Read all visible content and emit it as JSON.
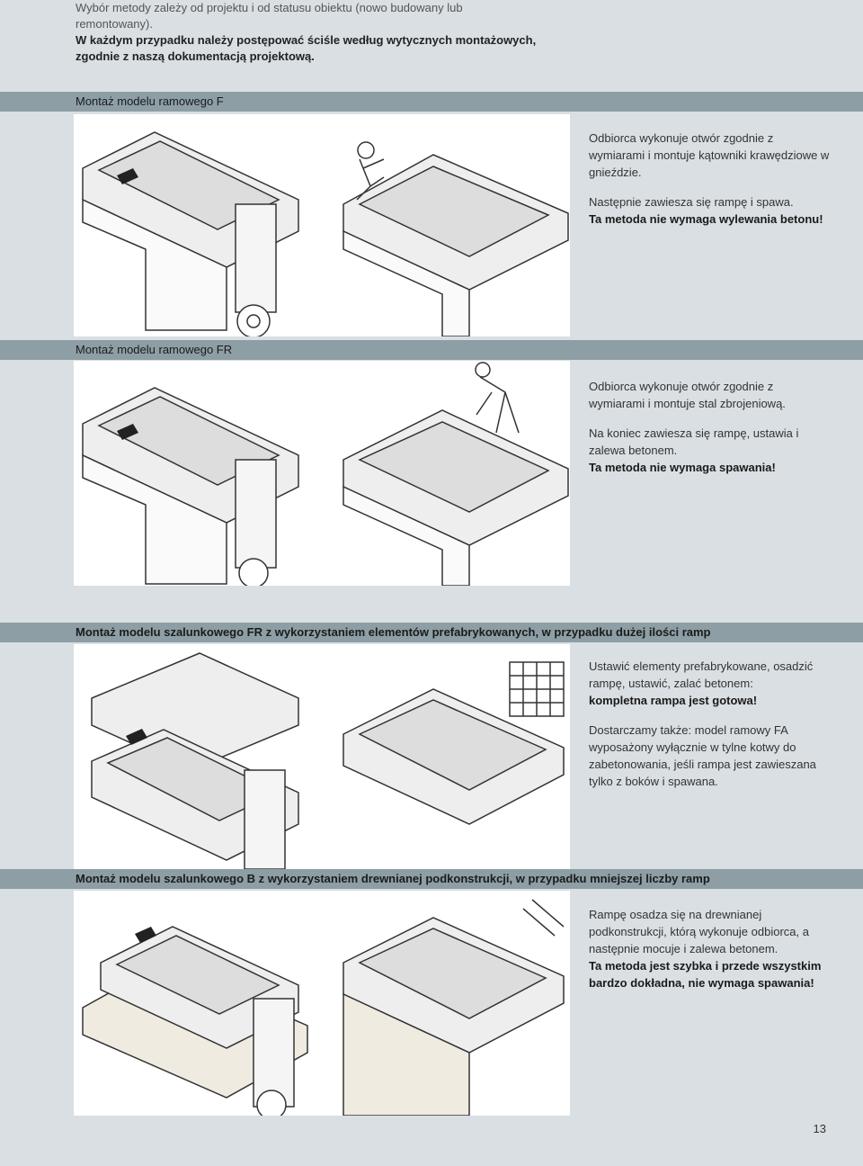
{
  "intro": {
    "line1": "Wybór metody zależy od projektu i od statusu obiektu (nowo budowany lub remontowany).",
    "line2": "W każdym przypadku należy postępować ściśle według wytycznych montażowych, zgodnie z naszą dokumentacją projektową."
  },
  "sections": [
    {
      "heading": "Montaż modelu ramowego F",
      "paragraphs": [
        [
          "Odbiorca wykonuje otwór zgodnie z wymiarami i montuje kątowniki krawędziowe w gnieździe."
        ],
        [
          "Następnie zawiesza się rampę i spawa.",
          "Ta metoda nie wymaga wylewania betonu!"
        ]
      ]
    },
    {
      "heading": "Montaż modelu ramowego FR",
      "paragraphs": [
        [
          "Odbiorca wykonuje otwór zgodnie z wymiarami i montuje stal zbrojeniową."
        ],
        [
          "Na koniec zawiesza się rampę, ustawia i zalewa betonem.",
          "Ta metoda nie wymaga spawania!"
        ]
      ]
    },
    {
      "heading": "Montaż modelu szalunkowego FR z wykorzystaniem elementów prefabrykowanych, w przypadku dużej ilości ramp",
      "paragraphs": [
        [
          "Ustawić elementy prefabrykowane, osadzić rampę, ustawić, zalać betonem:",
          "kompletna rampa jest gotowa!"
        ],
        [
          "Dostarczamy także: model ramowy FA wyposażony wyłącznie w tylne kotwy do zabetonowania, jeśli rampa jest zawieszana tylko z boków i spawana."
        ]
      ]
    },
    {
      "heading": "Montaż modelu szalunkowego B z wykorzystaniem drewnianej podkonstrukcji, w przypadku mniejszej liczby ramp",
      "paragraphs": [
        [
          "Rampę osadza się na drewnianej podkonstrukcji, którą wykonuje odbiorca, a następnie mocuje i zalewa betonem.",
          "Ta metoda jest szybka i przede wszystkim bardzo dokładna, nie wymaga spawania!"
        ]
      ]
    }
  ],
  "page_number": "13",
  "colors": {
    "background": "#d9dfe3",
    "band": "#8d9ea5"
  }
}
